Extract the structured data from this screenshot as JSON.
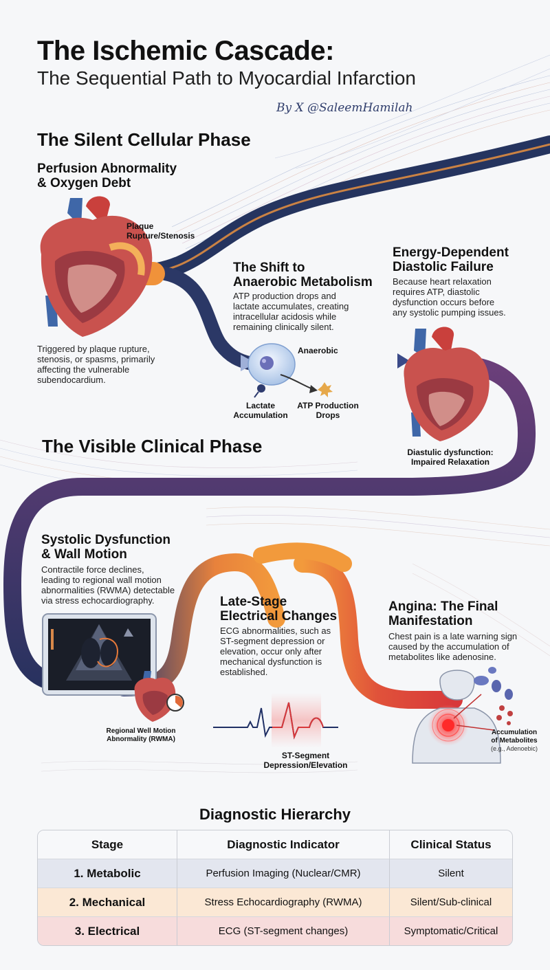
{
  "header": {
    "title": "The Ischemic Cascade:",
    "subtitle": "The Sequential Path to Myocardial Infarction",
    "byline": "By X @SaleemHamilah"
  },
  "silent_phase": {
    "title": "The Silent Cellular Phase",
    "perfusion": {
      "title_line1": "Perfusion Abnormality",
      "title_line2": "& Oxygen Debt",
      "plaque_label_line1": "Plaque",
      "plaque_label_line2": "Rupture/Stenosis",
      "body_lines": [
        "Triggered by plaque rupture,",
        "stenosis, or spasms, primarily",
        "affecting the vulnerable",
        "subendocardium."
      ]
    },
    "anaerobic": {
      "title_line1": "The Shift to",
      "title_line2": "Anaerobic Metabolism",
      "body_lines": [
        "ATP production drops and",
        "lactate accumulates, creating",
        "intracellular acidosis while",
        "remaining clinically silent."
      ],
      "cell_label": "Anaerobic",
      "lactate_line1": "Lactate",
      "lactate_line2": "Accumulation",
      "atp_line1": "ATP Production",
      "atp_line2": "Drops"
    },
    "diastolic": {
      "title_line1": "Energy-Dependent",
      "title_line2": "Diastolic Failure",
      "body_lines": [
        "Because heart relaxation",
        "requires ATP, diastolic",
        "dysfunction occurs before",
        "any systolic pumping issues."
      ],
      "caption_line1": "Diastulic dysfunction:",
      "caption_line2": "Impaired Relaxation"
    }
  },
  "clinical_phase": {
    "title": "The Visible Clinical Phase",
    "systolic": {
      "title_line1": "Systolic Dysfunction",
      "title_line2": "& Wall Motion",
      "body_lines": [
        "Contractile force declines,",
        "leading to regional wall motion",
        "abnormalities (RWMA) detectable",
        "via stress echocardiography."
      ],
      "caption_line1": "Regional Well Motion",
      "caption_line2": "Abnormality (RWMA)"
    },
    "electrical": {
      "title_line1": "Late-Stage",
      "title_line2": "Electrical Changes",
      "body_lines": [
        "ECG abnormalities, such as",
        "ST-segment depression or",
        "elevation, occur only after",
        "mechanical dysfunction is",
        "established."
      ],
      "caption_line1": "ST-Segment",
      "caption_line2": "Depression/Elevation"
    },
    "angina": {
      "title_line1": "Angina: The Final",
      "title_line2": "Manifestation",
      "body_lines": [
        "Chest pain is a late warning sign",
        "caused by the accumulation of",
        "metabolites like adenosine."
      ],
      "caption_line1": "Accumulation",
      "caption_line2": "of Metabolites",
      "caption_line3": "(e.g., Adenoebic)"
    }
  },
  "diagnostic": {
    "title": "Diagnostic Hierarchy",
    "headers": [
      "Stage",
      "Diagnostic Indicator",
      "Clinical Status"
    ],
    "rows": [
      [
        "1. Metabolic",
        "Perfusion Imaging (Nuclear/CMR)",
        "Silent"
      ],
      [
        "2. Mechanical",
        "Stress Echocardiography (RWMA)",
        "Silent/Sub-clinical"
      ],
      [
        "3. Electrical",
        "ECG (ST-segment changes)",
        "Symptomatic/Critical"
      ]
    ]
  },
  "colors": {
    "navy": "#23325e",
    "orange": "#f0923a",
    "red": "#d8383a",
    "purple": "#7a4a84",
    "heart": "#c9524e"
  }
}
